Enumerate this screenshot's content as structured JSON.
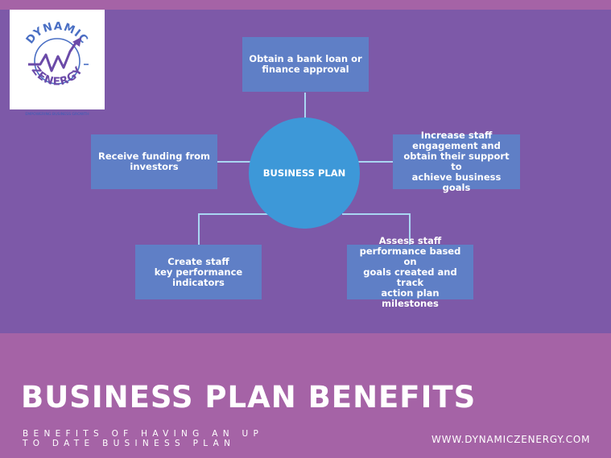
{
  "logo": {
    "top_text": "DYNAMIC",
    "bottom_text": "ZENERGY",
    "tagline": "EMPOWERING BUSINESS GROWTH"
  },
  "diagram": {
    "center": "BUSINESS PLAN",
    "nodes": [
      {
        "id": "top",
        "label": "Obtain a bank loan or\nfinance approval"
      },
      {
        "id": "left",
        "label": "Receive funding from\ninvestors"
      },
      {
        "id": "right",
        "label": "Increase staff\nengagement and\nobtain their support to\nachieve business goals"
      },
      {
        "id": "bottom-left",
        "label": "Create staff\nkey performance\nindicators"
      },
      {
        "id": "bottom-right",
        "label": "Assess staff\nperformance based on\ngoals created and track\naction plan milestones"
      }
    ]
  },
  "footer": {
    "title": "BUSINESS PLAN BENEFITS",
    "subtitle": "BENEFITS OF HAVING AN UP\nTO DATE BUSINESS PLAN",
    "website": "WWW.DYNAMICZENERGY.COM"
  },
  "colors": {
    "background": "#a563a6",
    "panel": "#7d59a8",
    "box": "#5f7fc6",
    "center": "#3d98d8",
    "connector": "#a9d6f2"
  }
}
